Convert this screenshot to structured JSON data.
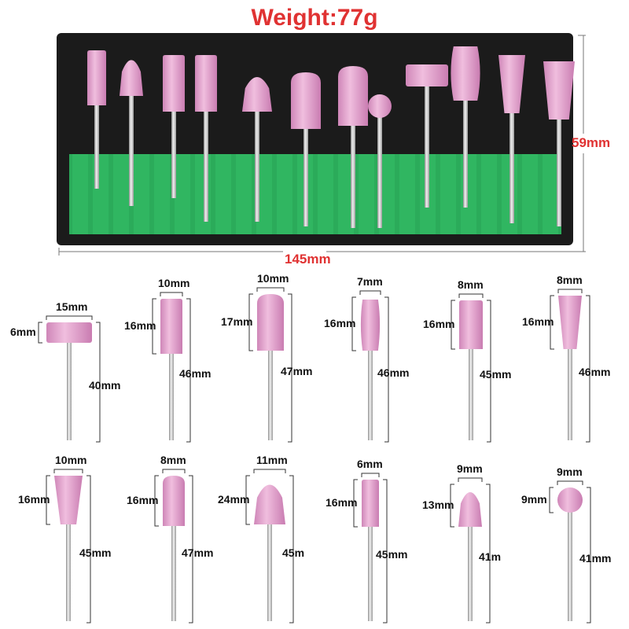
{
  "title": "Weight:77g",
  "colors": {
    "title": "#e03232",
    "tray": "#1b1b1b",
    "foam": "#2bab5a",
    "stone": "#e6a8d0",
    "shank": "#c9c9c9"
  },
  "box": {
    "height": "59mm",
    "width": "145mm"
  },
  "bits": [
    {
      "width": "15mm",
      "height": "6mm",
      "length": "40mm",
      "shape": "wheel"
    },
    {
      "width": "10mm",
      "height": "16mm",
      "length": "46mm",
      "shape": "cylinder"
    },
    {
      "width": "10mm",
      "height": "17mm",
      "length": "47mm",
      "shape": "bullet"
    },
    {
      "width": "7mm",
      "height": "16mm",
      "length": "46mm",
      "shape": "barrel"
    },
    {
      "width": "8mm",
      "height": "16mm",
      "length": "45mm",
      "shape": "cylinder"
    },
    {
      "width": "8mm",
      "height": "16mm",
      "length": "46mm",
      "shape": "taper"
    },
    {
      "width": "10mm",
      "height": "16mm",
      "length": "45mm",
      "shape": "taper"
    },
    {
      "width": "8mm",
      "height": "16mm",
      "length": "47mm",
      "shape": "bullet"
    },
    {
      "width": "11mm",
      "height": "24mm",
      "length": "45m",
      "shape": "cone"
    },
    {
      "width": "6mm",
      "height": "16mm",
      "length": "45mm",
      "shape": "cylinder"
    },
    {
      "width": "9mm",
      "height": "13mm",
      "length": "41m",
      "shape": "cone"
    },
    {
      "width": "9mm",
      "height": "9mm",
      "length": "41mm",
      "shape": "ball"
    }
  ]
}
